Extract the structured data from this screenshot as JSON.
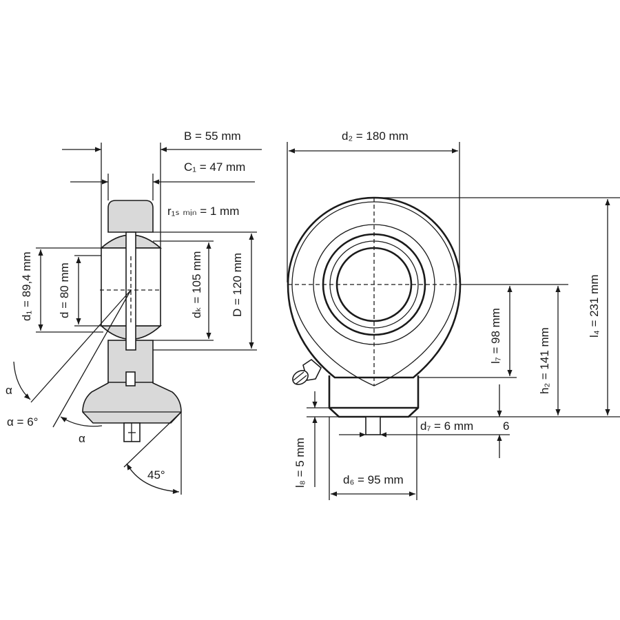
{
  "side_view": {
    "B": "B = 55 mm",
    "C1": "C₁ = 47 mm",
    "r1s": "r₁ₛ ₘᵢₙ = 1 mm",
    "d1": "d₁ = 89,4 mm",
    "d": "d = 80 mm",
    "dk": "dₖ = 105 mm",
    "D": "D = 120 mm",
    "alpha_top": "α",
    "alpha_value": "α = 6°",
    "alpha_bottom": "α",
    "angle_45": "45°"
  },
  "front_view": {
    "d2": "d₂ = 180 mm",
    "l4": "l₄ = 231 mm",
    "h2": "h₂ = 141 mm",
    "l7": "l₇ = 98 mm",
    "d7": "d₇ = 6 mm",
    "six": "6",
    "l8": "l₈ = 5 mm",
    "d6": "d₆ = 95 mm"
  },
  "colors": {
    "line": "#1a1a1a",
    "fill": "#d9d9d9"
  }
}
